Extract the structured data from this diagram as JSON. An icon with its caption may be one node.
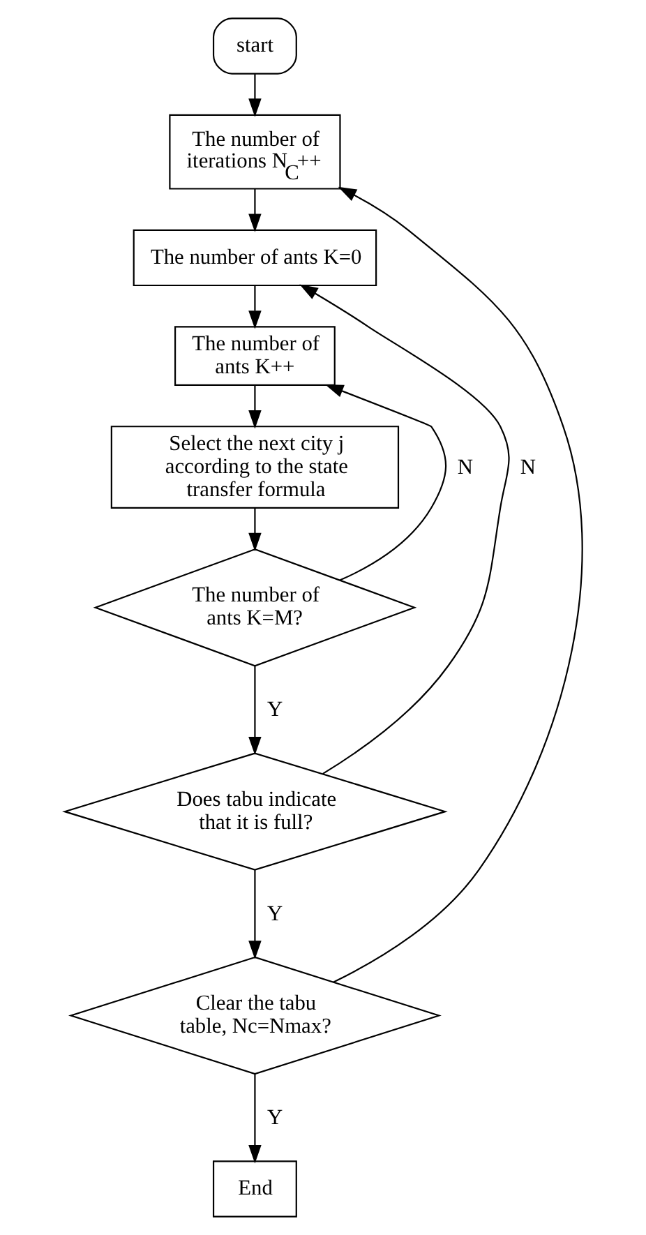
{
  "diagram": {
    "nodes": [
      {
        "text": [
          "start"
        ]
      },
      {
        "text": [
          "The number of iterations N$_{C}$++"
        ]
      },
      {
        "text": [
          "The number of ants K=0"
        ]
      },
      {
        "text": [
          "The number of ants K++"
        ]
      },
      {
        "text": [
          "Select the next city j according to the state transfer formula"
        ]
      },
      {
        "text": [
          "The number of ants K=M?"
        ]
      },
      {
        "text": [
          "Does tabu indicate that it is full?"
        ]
      },
      {
        "text": [
          "Clear the tabu table, Nc=Nmax?"
        ]
      },
      {
        "text": [
          "End"
        ]
      }
    ],
    "edges": [
      {
        "from": 0,
        "to": 1,
        "arrow": "to"
      },
      {
        "from": 1,
        "to": 2,
        "arrow": "to"
      },
      {
        "from": 2,
        "to": 3,
        "arrow": "to"
      },
      {
        "from": 3,
        "to": 4,
        "arrow": "to"
      },
      {
        "from": 4,
        "to": 5,
        "arrow": "to"
      },
      {
        "from": 5,
        "to": 6,
        "arrow": "to",
        "label": "Y"
      },
      {
        "from": 5,
        "to": 3,
        "arrow": "to",
        "label": "N"
      },
      {
        "from": 6,
        "to": 7,
        "arrow": "to",
        "label": "Y"
      },
      {
        "from": 6,
        "to": 2,
        "arrow": "to",
        "label": "N"
      },
      {
        "from": 7,
        "to": 8,
        "arrow": "to",
        "label": "Y"
      },
      {
        "from": 7,
        "to": 1,
        "arrow": "to"
      }
    ]
  }
}
